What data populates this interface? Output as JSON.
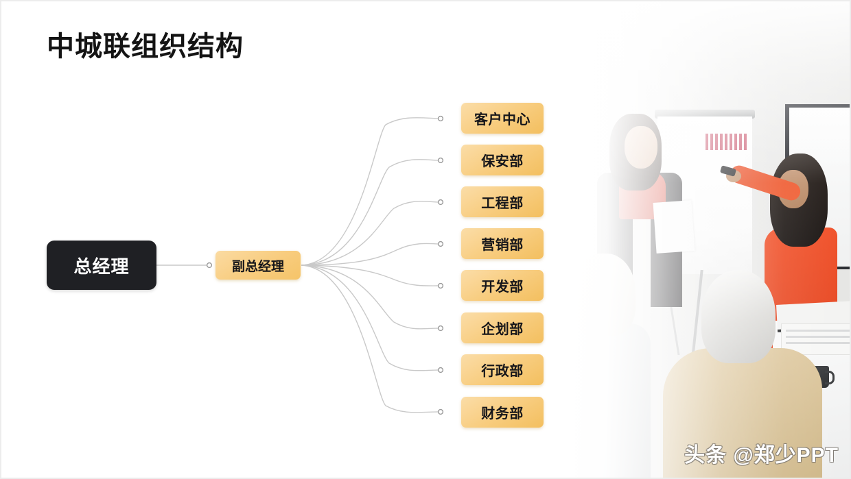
{
  "slide": {
    "title": "中城联组织结构",
    "watermark": "头条 @郑少PPT",
    "background_color": "#ffffff",
    "accent_color": "#f8cd80",
    "root_color": "#1f2024"
  },
  "org_chart": {
    "root": {
      "label": "总经理"
    },
    "deputy": {
      "label": "副总经理"
    },
    "departments": [
      {
        "label": "客户中心"
      },
      {
        "label": "保安部"
      },
      {
        "label": "工程部"
      },
      {
        "label": "营销部"
      },
      {
        "label": "开发部"
      },
      {
        "label": "企划部"
      },
      {
        "label": "行政部"
      },
      {
        "label": "财务部"
      }
    ]
  }
}
